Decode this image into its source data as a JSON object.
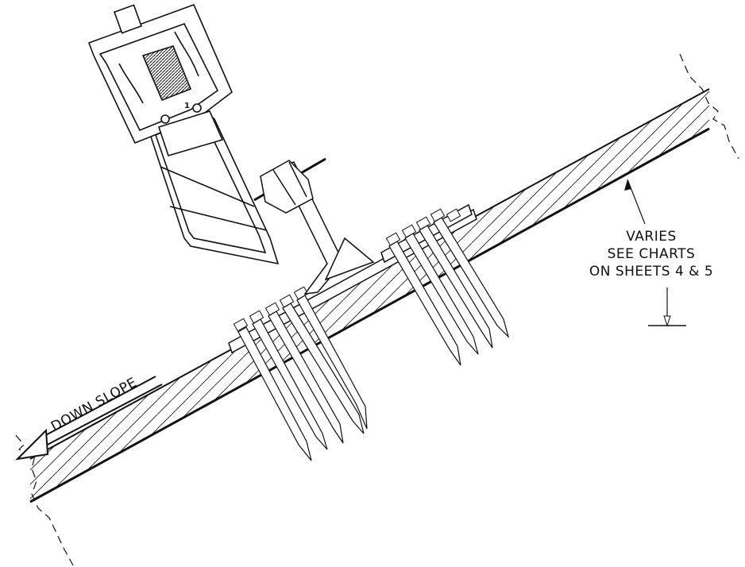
{
  "labels": {
    "down_slope": "DOWN SLOPE",
    "note_line1": "VARIES",
    "note_line2": "SEE CHARTS",
    "note_line3": "ON SHEETS 4 & 5"
  },
  "part_number_mark": "1",
  "colors": {
    "ink": "#111111",
    "background": "#ffffff"
  }
}
